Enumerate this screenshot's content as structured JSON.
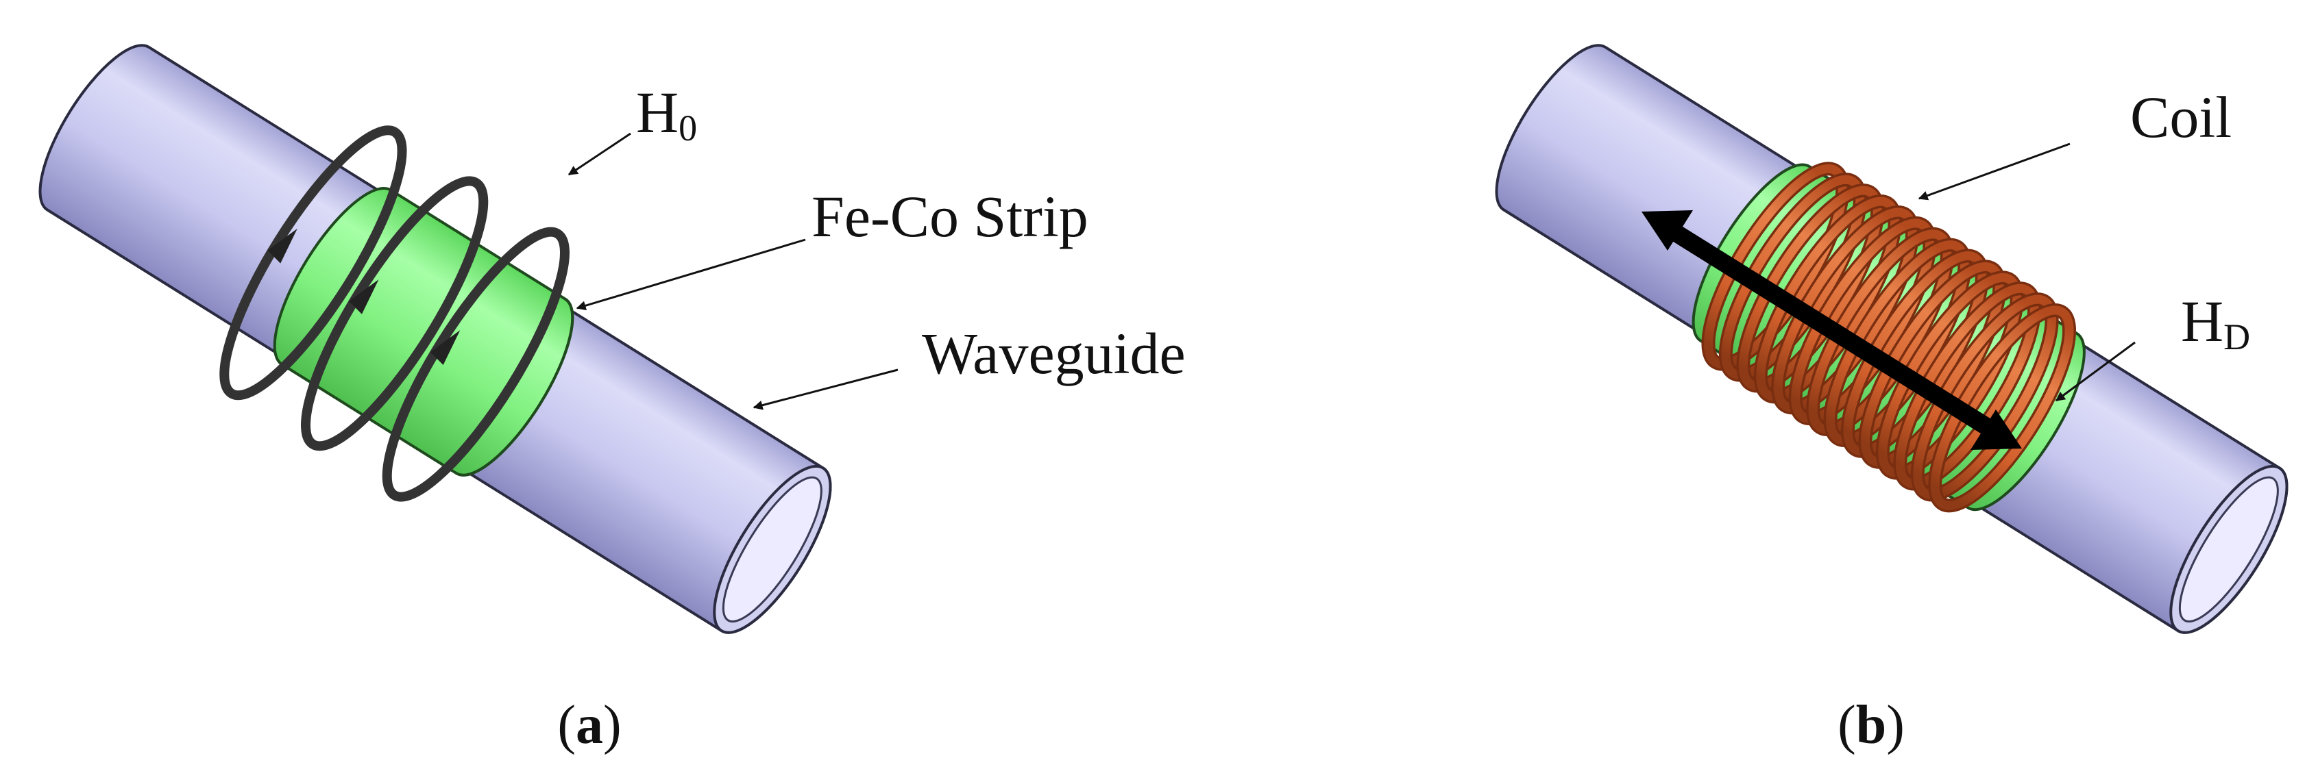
{
  "panel_a": {
    "label_h0": {
      "main": "H",
      "sub": "0"
    },
    "label_strip": "Fe-Co Strip",
    "label_waveguide": "Waveguide",
    "caption": {
      "open": "(",
      "letter": "a",
      "close": ")"
    }
  },
  "panel_b": {
    "label_coil": "Coil",
    "label_hd": {
      "main": "H",
      "sub": "D"
    },
    "caption": {
      "open": "(",
      "letter": "b",
      "close": ")"
    }
  },
  "colors": {
    "waveguide": "#c8c8f0",
    "strip": "#7ff07f",
    "coil": "#d2602c",
    "field_line": "#333333"
  }
}
